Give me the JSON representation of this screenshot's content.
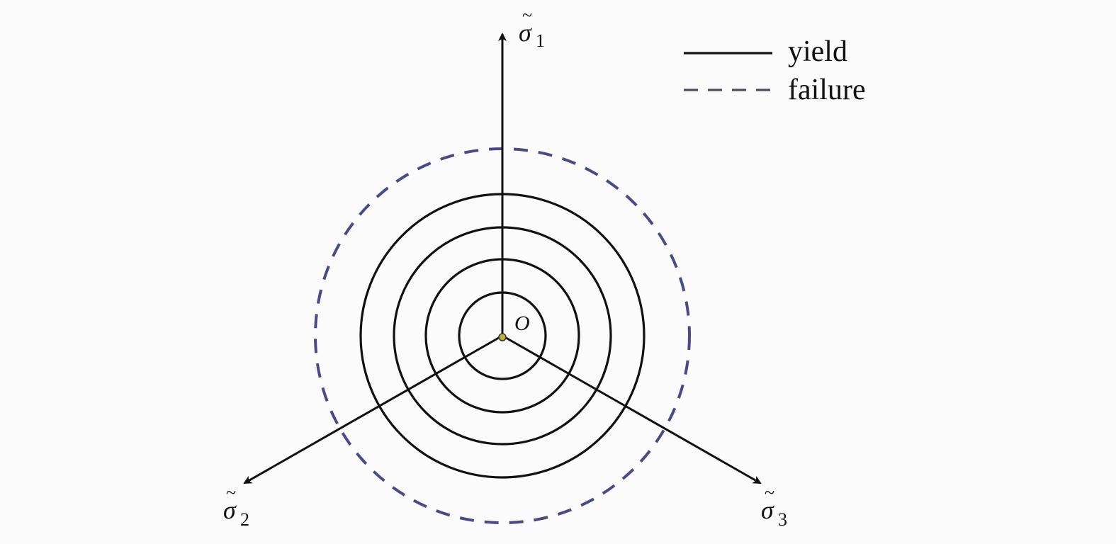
{
  "legend": {
    "solid_label": "yield",
    "dashed_label": "failure"
  },
  "axes": {
    "sigma1": {
      "symbol": "σ",
      "accent": "~",
      "subscript": "1"
    },
    "sigma2": {
      "symbol": "σ",
      "accent": "~",
      "subscript": "2"
    },
    "sigma3": {
      "symbol": "σ",
      "accent": "~",
      "subscript": "3"
    }
  },
  "origin_label": "O",
  "colors": {
    "axis": "#111111",
    "yield": "#111111",
    "failure": "#4a4a8a",
    "origin_dot": "#b8b23a",
    "background": "#fbfbfb"
  }
}
